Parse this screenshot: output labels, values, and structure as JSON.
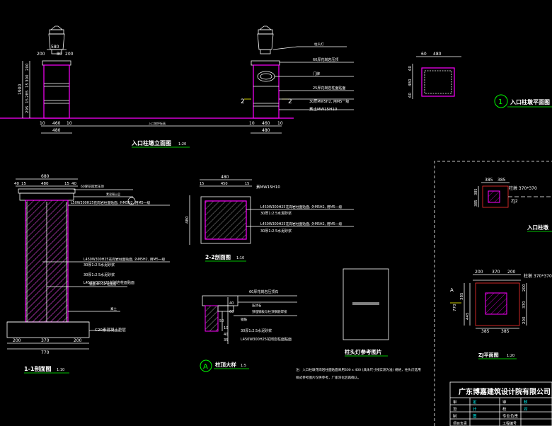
{
  "titles": {
    "elevation": "入口柱墩立面图",
    "elevation_scale": "1:20",
    "plan1": "入口柱墩平面图",
    "section11": "1-1剖面图",
    "section11_scale": "1:10",
    "section22": "2-2剖面图",
    "section22_scale": "1:10",
    "detail": "柱顶大样",
    "detail_scale": "1:5",
    "lamp": "柱头灯参考图片",
    "zj": "入口柱墩",
    "zj_plan": "ZJ平面图",
    "zj_plan_scale": "1:20"
  },
  "symbols": {
    "one": "1",
    "a": "A",
    "two": "2",
    "a_mark": "A"
  },
  "elevation": {
    "dims_top_left": [
      "580",
      "200",
      "80",
      "200"
    ],
    "dims_vertical": [
      "1900",
      "295",
      "15",
      "285",
      "15",
      "300",
      "200"
    ],
    "dims_bottom": [
      "10",
      "460",
      "10"
    ],
    "dims_bottom_total": "480",
    "dims_bottom_right": [
      "10",
      "460",
      "10"
    ],
    "dims_bottom_right_total": "480",
    "ground_label": "入口地坪标高",
    "notes": [
      "柱头灯",
      "60厚花岗岩压顶",
      "门牌",
      "25厚花岗岩柱面贴面",
      "30厚MW5H2, 用M5一级",
      "素土MW15H10"
    ]
  },
  "plan1": {
    "dims_top": [
      "60",
      "480"
    ],
    "dims_side": [
      "60",
      "480",
      "60"
    ]
  },
  "section11": {
    "dims_top": "680",
    "dims_sub": [
      "40",
      "15",
      "480",
      "15",
      "40"
    ],
    "notes": [
      "60厚花岗岩压顶",
      "素混凝土层",
      "L50W300H25花岗岩柱面贴面, 外M5H2, 用M5一级",
      "L450W300H25花岗岩柱面贴面, 外M5H2, 用M5一级",
      "30厚1:2.5水泥砂浆",
      "30厚1:2.5水泥砂浆",
      "L450W300H25花岗岩柱面贴面",
      "钢筋 Ø=32 砼配筋",
      "素土",
      "C20素混凝土垫层"
    ],
    "dims_bottom": [
      "200",
      "370",
      "200"
    ],
    "dims_bottom_total": "770"
  },
  "section22": {
    "dims_top": "480",
    "dims_sub": [
      "15",
      "450",
      "15"
    ],
    "label_top": "素MW15H10",
    "dim_side": "480",
    "notes": [
      "L450W300H25花岗岩柱面贴面, 外M5H2, 用M5一级",
      "30厚1:2.5水泥砂浆",
      "L450W300H25花岗岩柱面贴面, 外M5H2, 用M5一级",
      "30厚1:2.5水泥砂浆"
    ]
  },
  "detail": {
    "notes": [
      "60厚花岗岩压顶石",
      "压顶石",
      "预埋钢板与柱顶钢筋焊接",
      "钢筋",
      "30厚1:2.5水泥砂浆",
      "L450W300H25花岗岩柱面贴面"
    ],
    "dims": [
      "40",
      "60",
      "50",
      "10",
      "40",
      "35"
    ]
  },
  "notes_bottom": [
    "注：入口柱墩花岗岩柱面贴面采用300 x 400 (具体尺寸按实测为准) 规格，柱头灯选用",
    "样式参考图片仅供参考，厂家深化后再确认。"
  ],
  "zj_top": {
    "dims": [
      "385",
      "385"
    ],
    "label": "柱墩 370*370",
    "code": "ZJ2",
    "side": [
      "385",
      "385"
    ]
  },
  "zj_plan": {
    "dims_top": [
      "200",
      "370",
      "200"
    ],
    "label": "柱墩 370*370",
    "dims_left": [
      "385",
      "770",
      "445"
    ],
    "dims_bottom": [
      "385",
      "385"
    ],
    "dims_right": [
      "200",
      "370",
      "200"
    ]
  },
  "titleblock": {
    "company": "广东博嘉建筑设计院有限公司",
    "rows": [
      [
        "审",
        "定",
        "审",
        "核"
      ],
      [
        "设",
        "计",
        "校",
        "对"
      ],
      [
        "制",
        "图",
        "专业负责"
      ],
      [
        "项目负责",
        "工程编号"
      ]
    ]
  },
  "lamp_ref": "image_placeholder"
}
